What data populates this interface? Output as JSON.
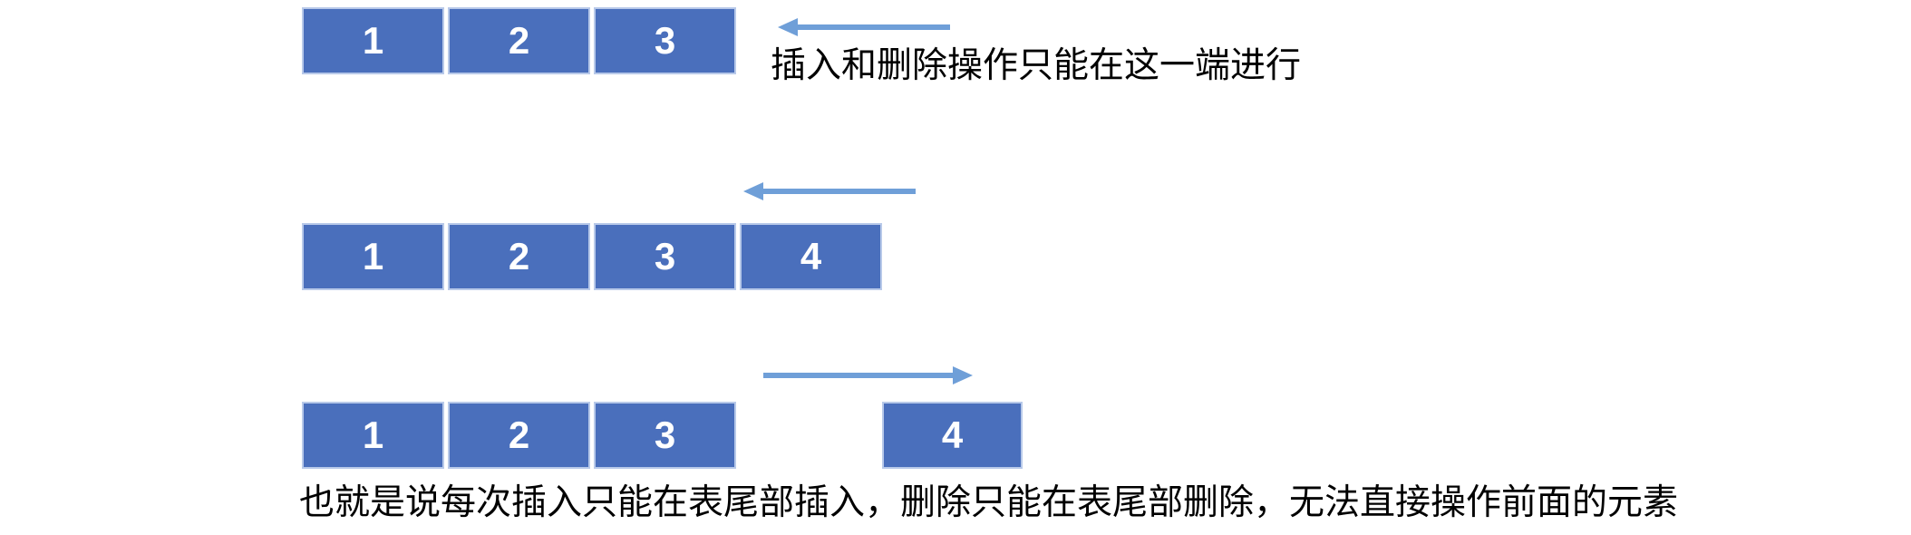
{
  "diagram": {
    "rows": [
      {
        "cells": [
          "1",
          "2",
          "3"
        ],
        "arrow": "left",
        "caption": "插入和删除操作只能在这一端进行"
      },
      {
        "cells": [
          "1",
          "2",
          "3",
          "4"
        ],
        "arrow": "left"
      },
      {
        "cells": [
          "1",
          "2",
          "3"
        ],
        "detached_cell": "4",
        "arrow": "right"
      }
    ],
    "footer": "也就是说每次插入只能在表尾部插入，删除只能在表尾部删除，无法直接操作前面的元素"
  },
  "colors": {
    "box-fill": "#4a6fbc",
    "box-border": "#b8c9e9",
    "arrow": "#6f9fd8",
    "text": "#000000",
    "cell-text": "#ffffff",
    "background": "#ffffff"
  }
}
